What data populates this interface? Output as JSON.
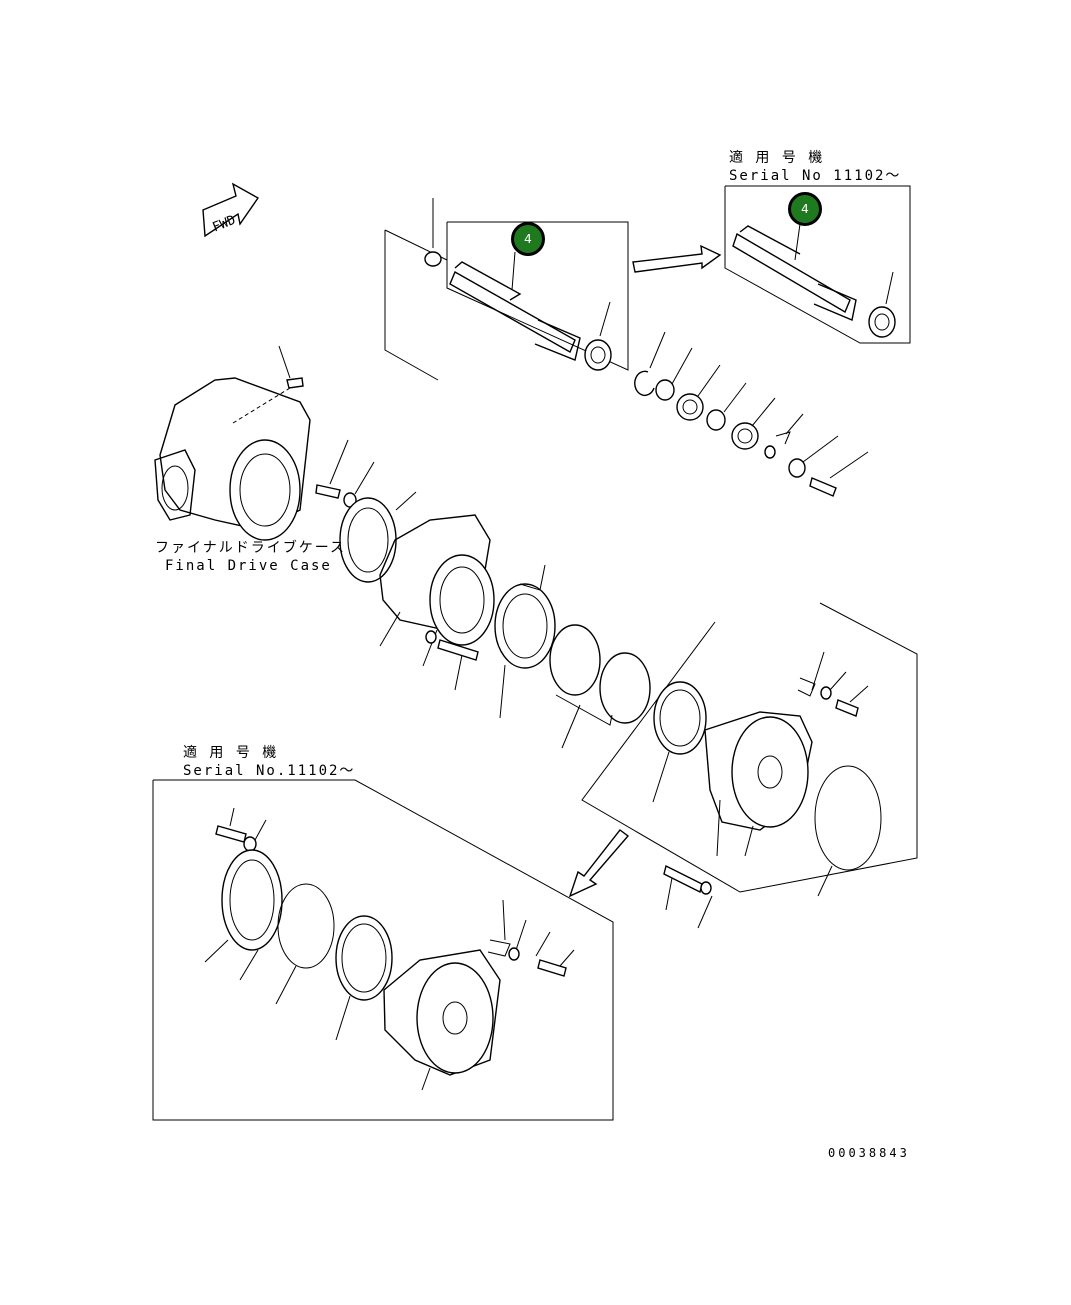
{
  "labels": {
    "fwd": "FWD",
    "serial_top_jp": "適 用 号 機",
    "serial_top_en": "Serial No 11102～",
    "case_jp": "ファイナルドライブケース",
    "case_en": "Final Drive Case",
    "serial_bottom_jp": "適 用 号 機",
    "serial_bottom_en": "Serial No.11102～",
    "drawing_number": "00038843"
  },
  "callouts": [
    {
      "label": "4"
    },
    {
      "label": "4"
    }
  ],
  "colors": {
    "callout_fill": "#1f7a1f",
    "line": "#000000",
    "background": "#ffffff"
  }
}
